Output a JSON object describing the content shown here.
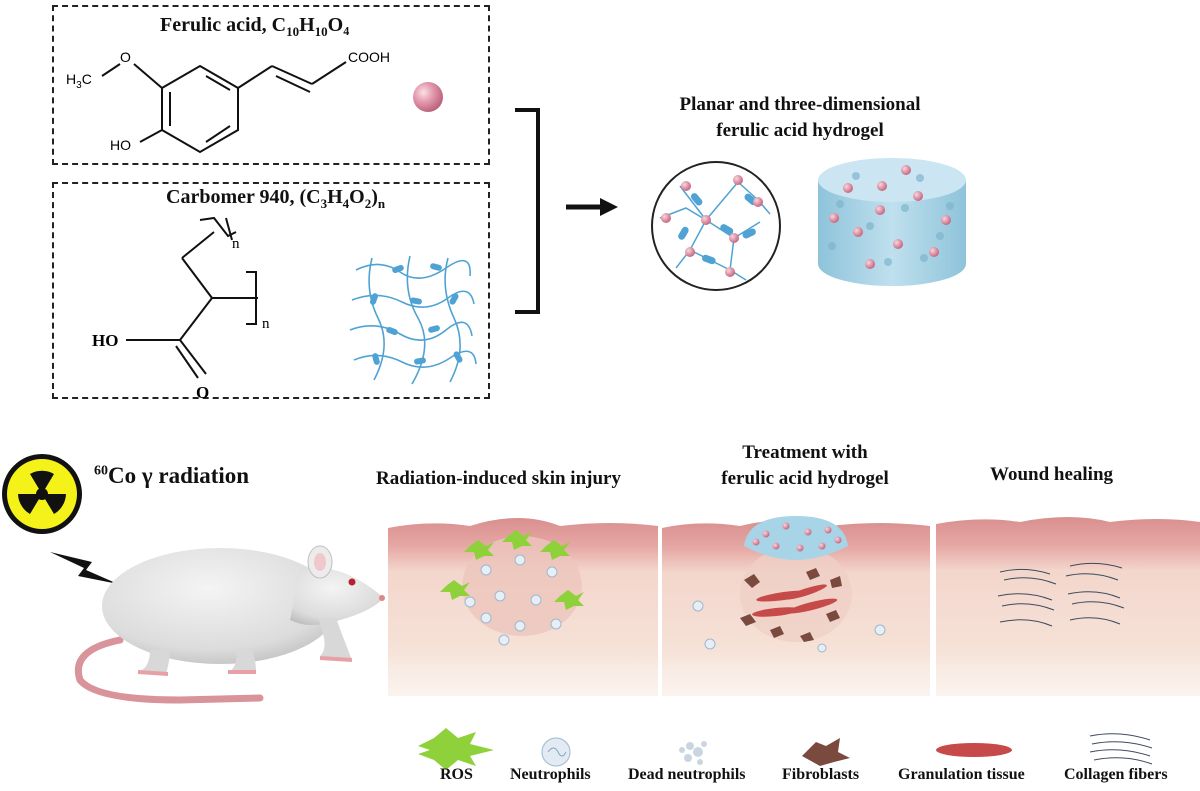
{
  "top": {
    "ferulic_title": {
      "name": "Ferulic acid, C",
      "sub1": "10",
      "mid": "H",
      "sub2": "10",
      "end": "O₄"
    },
    "carbomer_title": {
      "name": "Carbomer 940, (C",
      "sub1": "3",
      "mid": "H",
      "sub2": "4",
      "mid2": "O",
      "sub3": "2",
      "end": ")",
      "sub4": "n"
    },
    "hydrogel_title_line1": "Planar and three-dimensional",
    "hydrogel_title_line2": "ferulic acid hydrogel",
    "ferulic_groups": {
      "methoxy": "H₃C",
      "oxygen": "O",
      "acid": "COOH",
      "hydroxyl": "HO"
    },
    "carbomer_groups": {
      "hydroxyl": "HO",
      "oxygen": "O",
      "n1": "n",
      "n2": "n"
    }
  },
  "bottom": {
    "radiation_sup": "60",
    "radiation_label": "Co γ radiation",
    "panel1_title": "Radiation-induced skin injury",
    "panel2_title_line1": "Treatment with",
    "panel2_title_line2": "ferulic acid hydrogel",
    "panel3_title": "Wound healing"
  },
  "legend": [
    {
      "label": "ROS",
      "icon": "ros-icon"
    },
    {
      "label": "Neutrophils",
      "icon": "neutrophil-icon"
    },
    {
      "label": "Dead neutrophils",
      "icon": "dead-neutrophil-icon"
    },
    {
      "label": "Fibroblasts",
      "icon": "fibroblast-icon"
    },
    {
      "label": "Granulation tissue",
      "icon": "granulation-tissue-icon"
    },
    {
      "label": "Collagen fibers",
      "icon": "collagen-fiber-icon"
    }
  ],
  "colors": {
    "ferulic_bead": "#d98aa0",
    "carbomer_net": "#4fa3d4",
    "skin_top": "#d88f8f",
    "skin_mid": "#f4d7cf",
    "skin_low": "#f7e6dc",
    "ros_green": "#8ed13b",
    "hydrogel_blue": "#a8d4e8"
  }
}
